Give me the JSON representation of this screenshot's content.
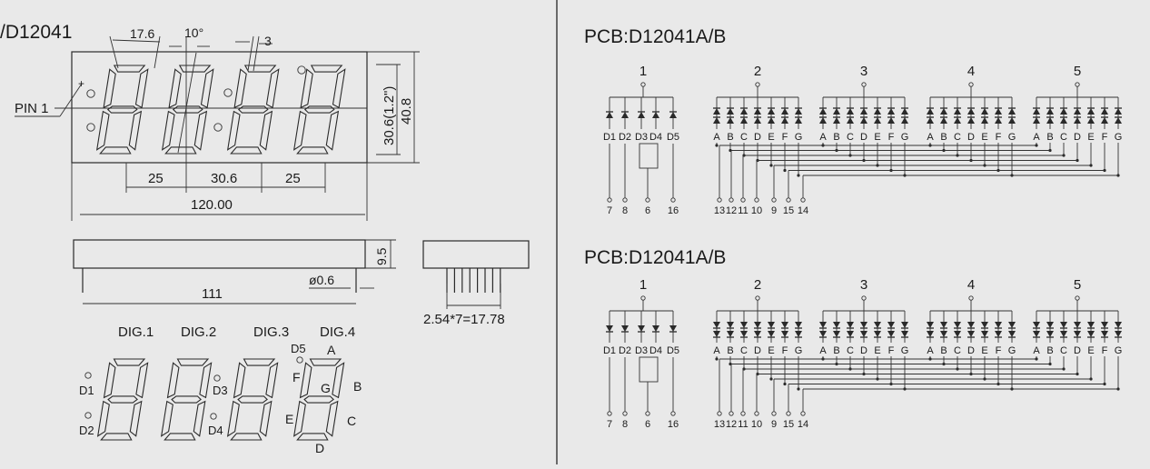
{
  "left": {
    "model": "/D12041",
    "pin1_label": "PIN 1",
    "dims": {
      "digit_width": "17.6",
      "slant": "10°",
      "segment": "3",
      "height_in": "30.6(1.2\")",
      "total_height": "40.8",
      "spacing_a": "25",
      "spacing_b": "30.6",
      "spacing_c": "25",
      "total_length": "120.00",
      "side_height": "9.5",
      "pin_diameter": "ø0.6",
      "pin_span": "111",
      "pitch": "2.54*7=17.78"
    },
    "digit_labels": [
      "DIG.1",
      "DIG.2",
      "DIG.3",
      "DIG.4"
    ],
    "seg_labels": {
      "A": "A",
      "B": "B",
      "C": "C",
      "D": "D",
      "E": "E",
      "F": "F",
      "G": "G"
    },
    "dot_labels": {
      "D1": "D1",
      "D2": "D2",
      "D3": "D3",
      "D4": "D4",
      "D5": "D5"
    }
  },
  "schematics": [
    {
      "title": "PCB:D12041A/B",
      "digit_numbers": [
        "1",
        "2",
        "3",
        "4",
        "5"
      ],
      "dot_labels": [
        "D1",
        "D2",
        "D3",
        "D4",
        "D5"
      ],
      "seg_labels": [
        "A",
        "B",
        "C",
        "D",
        "E",
        "F",
        "G"
      ],
      "pins_left": [
        "7",
        "8",
        "6",
        "16"
      ],
      "pins_right": [
        "13",
        "12",
        "11",
        "10",
        "9",
        "15",
        "14"
      ]
    },
    {
      "title": "PCB:D12041A/B",
      "digit_numbers": [
        "1",
        "2",
        "3",
        "4",
        "5"
      ],
      "dot_labels": [
        "D1",
        "D2",
        "D3",
        "D4",
        "D5"
      ],
      "seg_labels": [
        "A",
        "B",
        "C",
        "D",
        "E",
        "F",
        "G"
      ],
      "pins_left": [
        "7",
        "8",
        "6",
        "16"
      ],
      "pins_right": [
        "13",
        "12",
        "11",
        "10",
        "9",
        "15",
        "14"
      ]
    }
  ]
}
